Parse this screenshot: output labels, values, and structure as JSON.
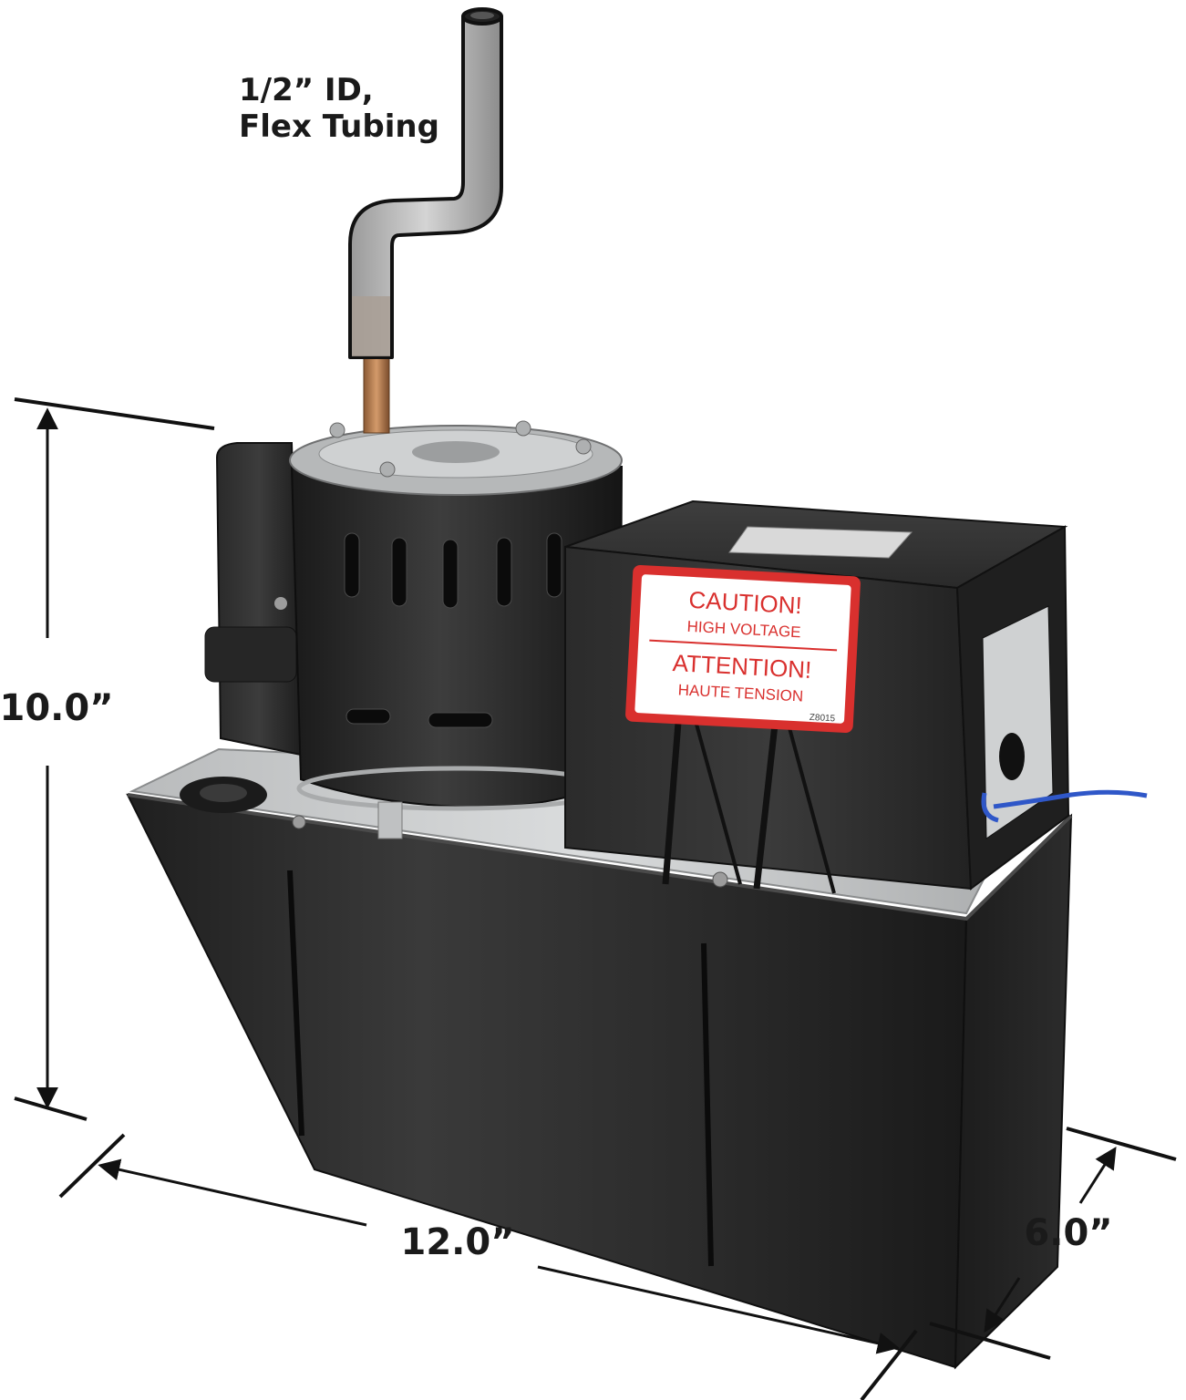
{
  "product": {
    "name": "condensate-pump-photo"
  },
  "annotations": {
    "tubing_line1": "1/2” ID,",
    "tubing_line2": "Flex Tubing",
    "height": "10.0”",
    "width": "12.0”",
    "depth": "6.0”"
  },
  "caution_label": {
    "line1": "CAUTION!",
    "line2": "HIGH VOLTAGE",
    "line3": "ATTENTION!",
    "line4": "HAUTE TENSION",
    "code": "Z8015"
  },
  "colors": {
    "body_black": "#2a2a2a",
    "tank_black": "#262626",
    "metal_plate": "#c9cbcc",
    "label_red": "#d9302e",
    "copper": "#b07a4f",
    "wire_blue": "#2f57c8"
  }
}
